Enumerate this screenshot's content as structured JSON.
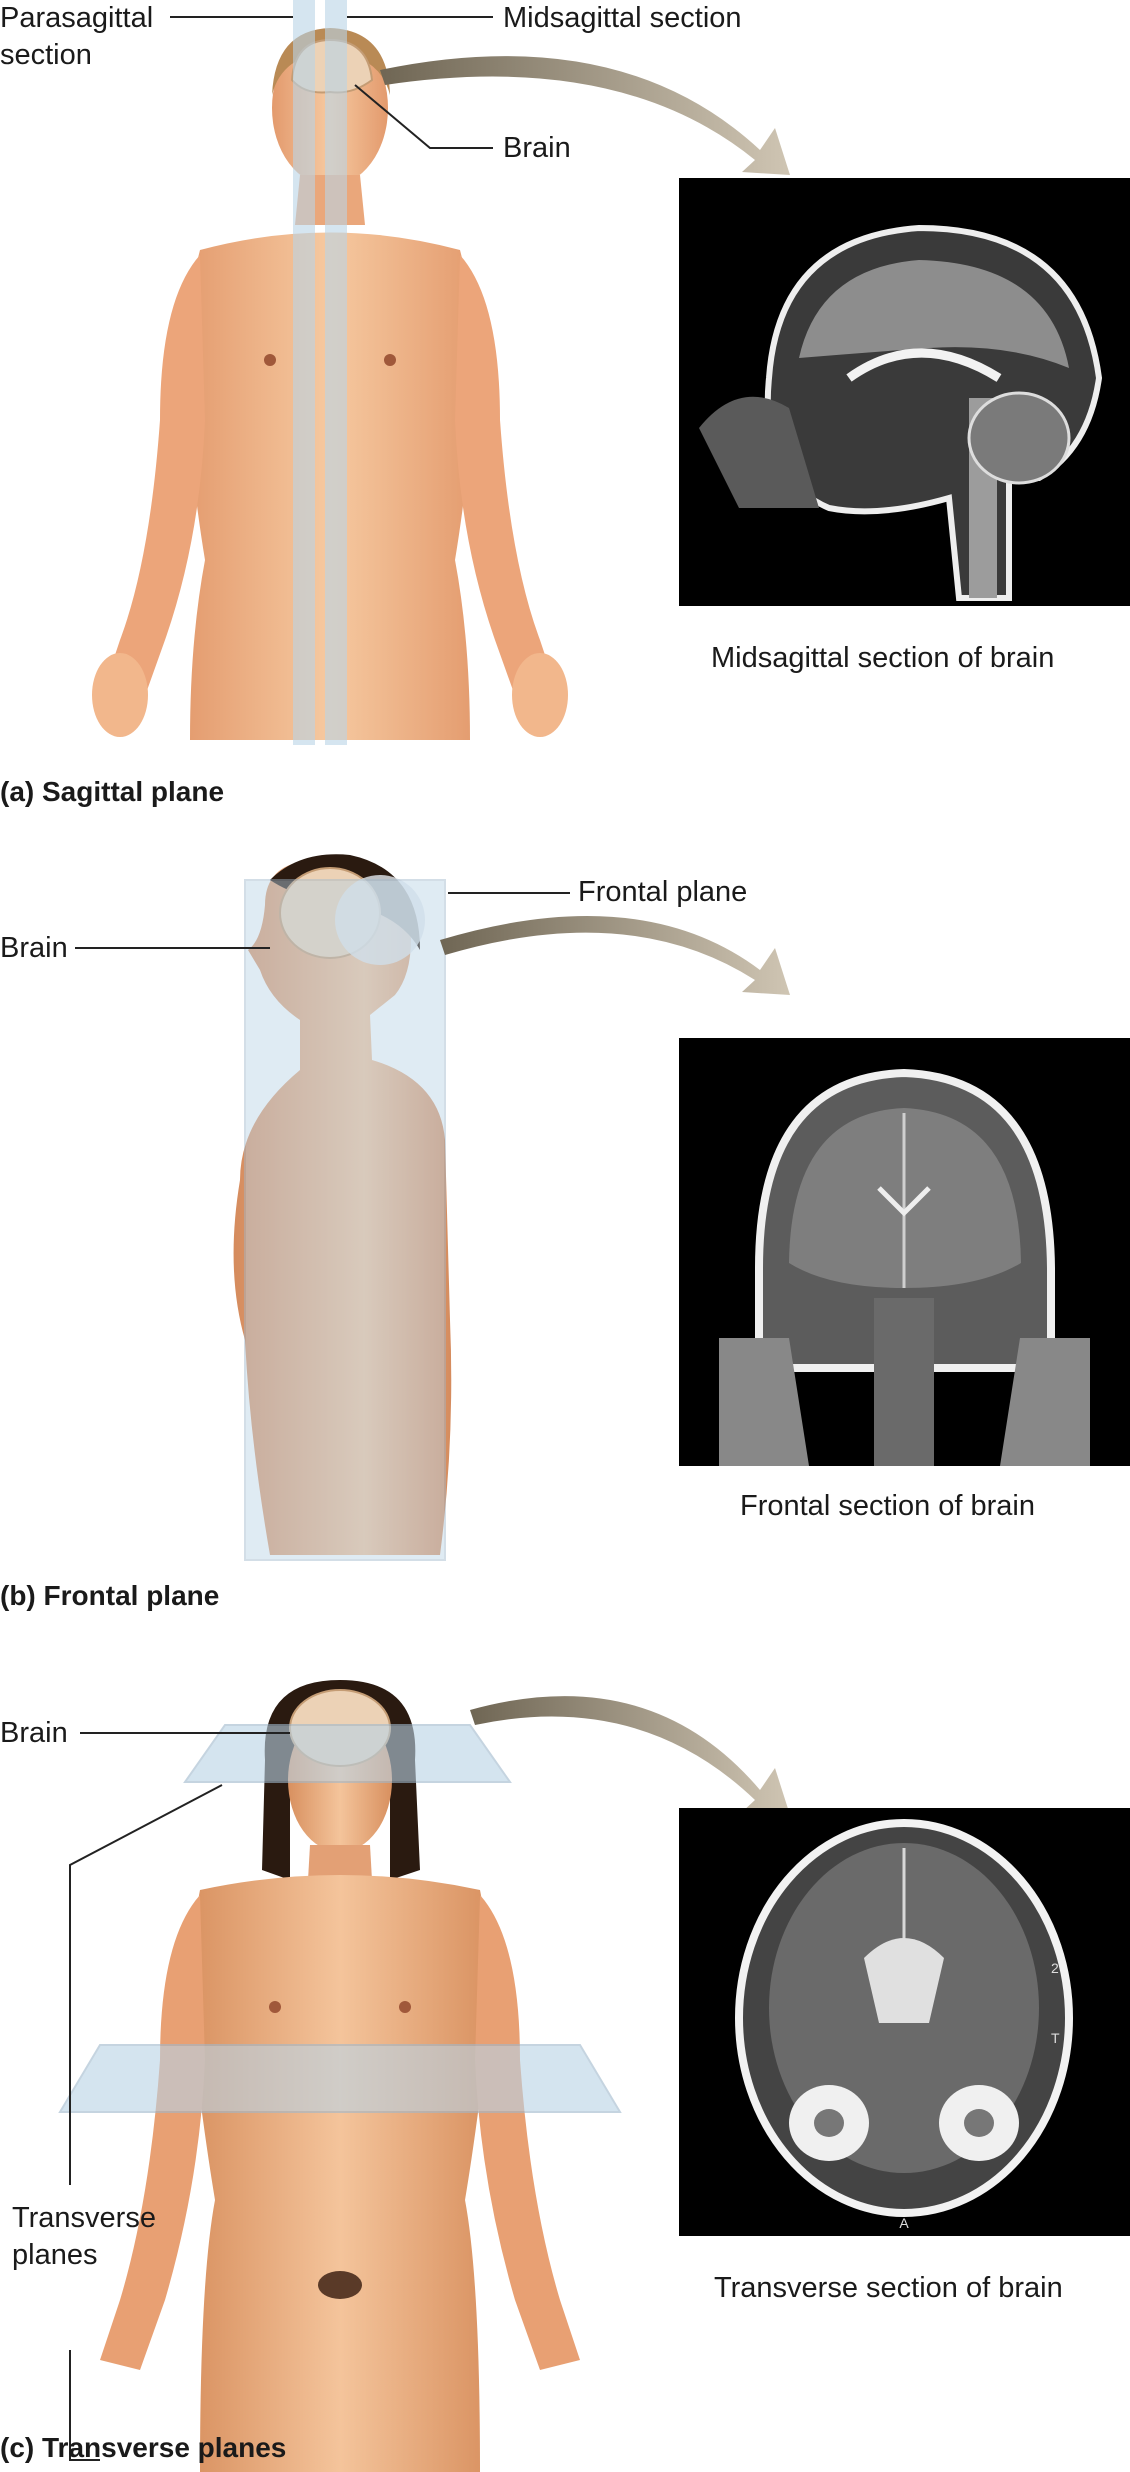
{
  "colors": {
    "skin": "#e9a478",
    "skin_light": "#f7cfa8",
    "plane": "#b9d3e6",
    "arrow": "#b9ad98",
    "hair": "#2a1a10",
    "brain": "#ecd2b6"
  },
  "panels": [
    {
      "title": "(a) Sagittal plane",
      "labels": [
        "Parasagittal section",
        "Midsagittal section",
        "Brain"
      ],
      "caption": "Midsagittal section of brain"
    },
    {
      "title": "(b) Frontal plane",
      "labels": [
        "Frontal plane",
        "Brain"
      ],
      "caption": "Frontal section of brain"
    },
    {
      "title": "(c) Transverse planes",
      "labels": [
        "Brain",
        "Transverse planes"
      ],
      "caption": "Transverse section of brain",
      "mri_marks": [
        "A",
        "2",
        "T"
      ]
    }
  ]
}
